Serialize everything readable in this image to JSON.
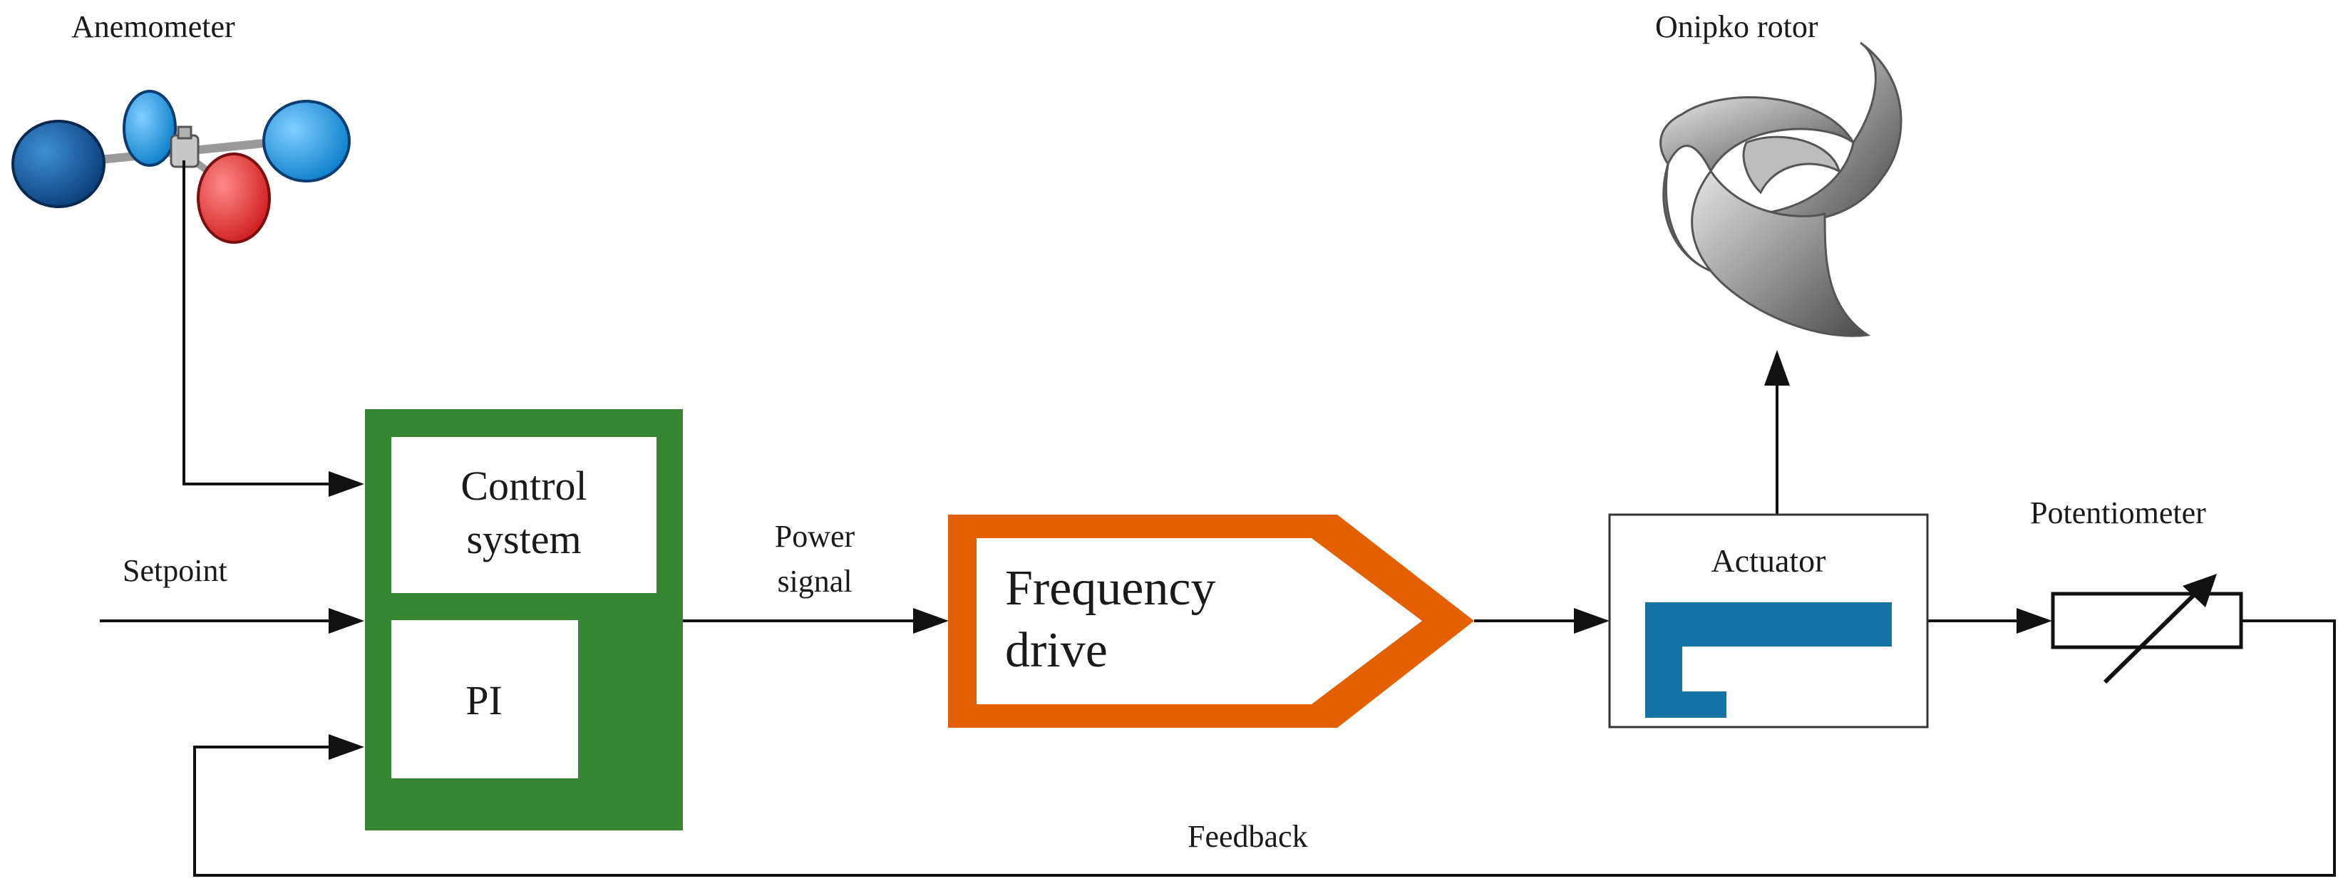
{
  "labels": {
    "anemometer": "Anemometer",
    "onipko_rotor": "Onipko rotor",
    "setpoint": "Setpoint",
    "control_system_line1": "Control",
    "control_system_line2": "system",
    "pi": "PI",
    "power_signal_line1": "Power",
    "power_signal_line2": "signal",
    "frequency_drive_line1": "Frequency",
    "frequency_drive_line2": "drive",
    "actuator": "Actuator",
    "potentiometer": "Potentiometer",
    "feedback": "Feedback"
  },
  "colors": {
    "control_block": "#358532",
    "frequency_drive_block": "#e35f00",
    "actuator_part": "#1472a5",
    "cup_blue_dark": "#0f5aa0",
    "cup_blue_light": "#1ea0e6",
    "cup_red": "#f03c3c",
    "rotor_gray": "#8c8c8c",
    "line": "#111111"
  },
  "icons": {
    "anemometer": "anemometer-icon",
    "rotor": "onipko-rotor-icon",
    "potentiometer": "variable-resistor-icon"
  }
}
